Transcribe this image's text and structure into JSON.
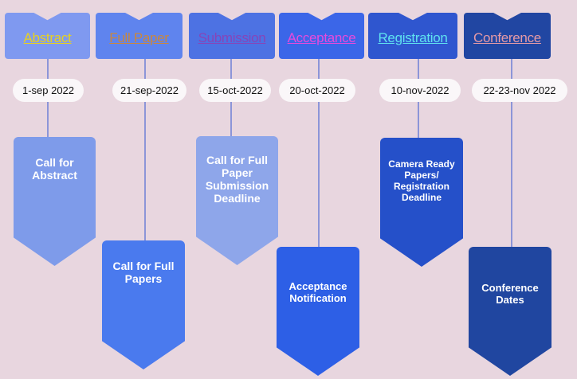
{
  "stages": [
    {
      "title": "Abstract",
      "title_color": "#e7d11f",
      "date": "1-sep 2022",
      "box": "Call for Abstract",
      "head_color": "#7f99f0",
      "box_color": "#7e9bea"
    },
    {
      "title": "Full Paper",
      "title_color": "#c9873e",
      "date": "21-sep-2022",
      "box": "Call for Full Papers",
      "head_color": "#5f84ee",
      "box_color": "#4a7aee"
    },
    {
      "title": "Submission",
      "title_color": "#8645b8",
      "date": "15-oct-2022",
      "box": "Call for Full Paper Submission Deadline",
      "head_color": "#4d72e3",
      "box_color": "#8ea6ea"
    },
    {
      "title": "Acceptance",
      "title_color": "#e84adc",
      "date": "20-oct-2022",
      "box": "Acceptance Notification",
      "head_color": "#3b66e8",
      "box_color": "#2d5fe6"
    },
    {
      "title": "Registration",
      "title_color": "#5fe3f0",
      "date": "10-nov-2022",
      "box": "Camera Ready Papers/ Registration Deadline",
      "head_color": "#2f56cf",
      "box_color": "#2550c9"
    },
    {
      "title": "Conference",
      "title_color": "#e69aa6",
      "date": "22-23-nov 2022",
      "box": "Conference Dates",
      "head_color": "#2146a2",
      "box_color": "#2046a0"
    }
  ]
}
